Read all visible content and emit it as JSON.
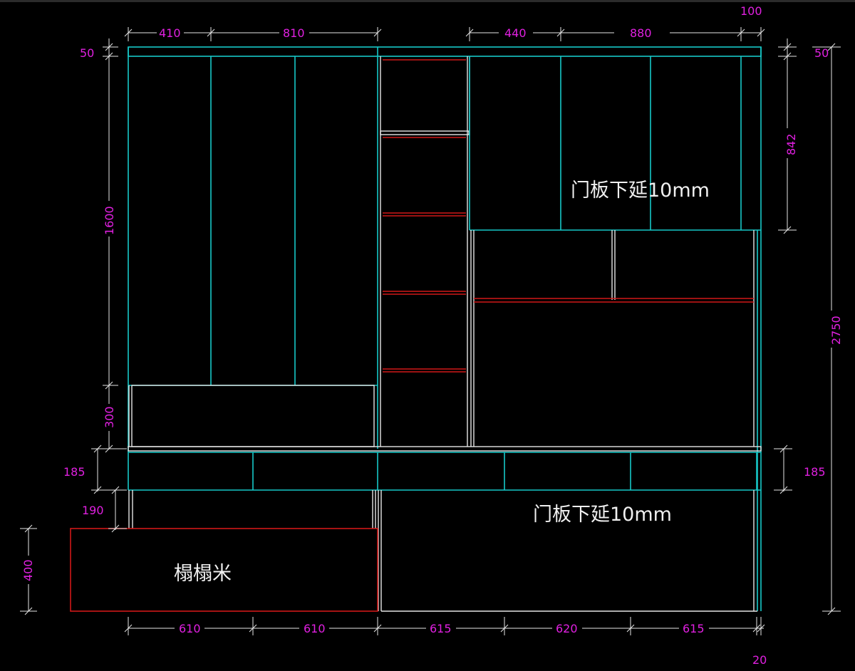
{
  "drawing": {
    "top_dims": [
      "410",
      "810",
      "440",
      "880",
      "100"
    ],
    "top_left_50": "50",
    "top_right_50": "50",
    "left_dims": [
      "1600",
      "300",
      "185",
      "190",
      "400"
    ],
    "right_dims": [
      "842",
      "2750",
      "185"
    ],
    "bottom_dims": [
      "610",
      "610",
      "615",
      "620",
      "615",
      "20"
    ],
    "notes": {
      "upper_door_note": "门板下延10mm",
      "lower_door_note": "门板下延10mm",
      "tatami_label": "榻榻米"
    },
    "colors": {
      "cabinet_outline": "#16c8c8",
      "panel_lines": "#e6e6e6",
      "shelves_and_tatami": "#d01818",
      "dimension_text": "#e020e0",
      "note_text": "#f0f0f0",
      "background": "#000000"
    }
  }
}
